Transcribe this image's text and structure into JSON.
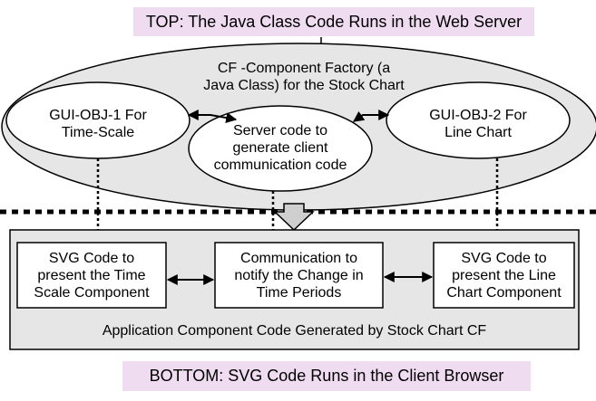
{
  "top_band": {
    "text": "TOP: The Java Class  Code Runs in the Web Server"
  },
  "bottom_band": {
    "text": "BOTTOM: SVG Code Runs in the Client Browser"
  },
  "component_factory": {
    "line1": "CF -Component Factory (a",
    "line2": "Java Class) for the Stock Chart"
  },
  "gui_obj_1": {
    "line1": "GUI-OBJ-1 For",
    "line2": "Time-Scale"
  },
  "server_code": {
    "line1": "Server code to",
    "line2": "generate client",
    "line3": "communication code"
  },
  "gui_obj_2": {
    "line1": "GUI-OBJ-2 For",
    "line2": "Line Chart"
  },
  "svg_time_scale": {
    "line1": "SVG Code to",
    "line2": "present the Time",
    "line3": "Scale Component"
  },
  "communication": {
    "line1": "Communication to",
    "line2": "notify the Change in",
    "line3": "Time Periods"
  },
  "svg_line_chart": {
    "line1": "SVG Code to",
    "line2": "present the Line",
    "line3": "Chart Component"
  },
  "application_box": {
    "caption": "Application Component Code Generated by Stock Chart CF"
  },
  "colors": {
    "band": "#f0dcf0",
    "ellipse_fill": "#e6e6e6",
    "box_fill": "#e6e6e6",
    "line": "#000000"
  }
}
